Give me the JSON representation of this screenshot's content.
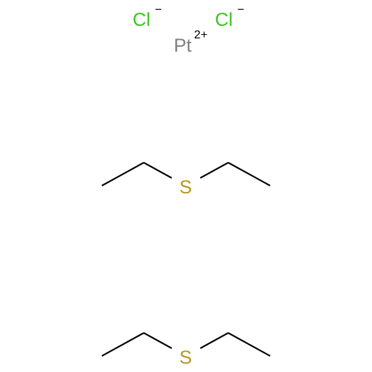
{
  "structure": {
    "ions": [
      {
        "symbol": "Cl",
        "charge": "−",
        "color": "#3cc31e"
      },
      {
        "symbol": "Pt",
        "charge": "2+",
        "color": "#808080"
      },
      {
        "symbol": "Cl",
        "charge": "−",
        "color": "#3cc31e"
      }
    ],
    "ligands": [
      {
        "name": "diethyl sulfide",
        "heteroatom": {
          "symbol": "S",
          "color": "#b8961e"
        },
        "bond_color": "#000000"
      },
      {
        "name": "diethyl sulfide",
        "heteroatom": {
          "symbol": "S",
          "color": "#b8961e"
        },
        "bond_color": "#000000"
      }
    ]
  }
}
